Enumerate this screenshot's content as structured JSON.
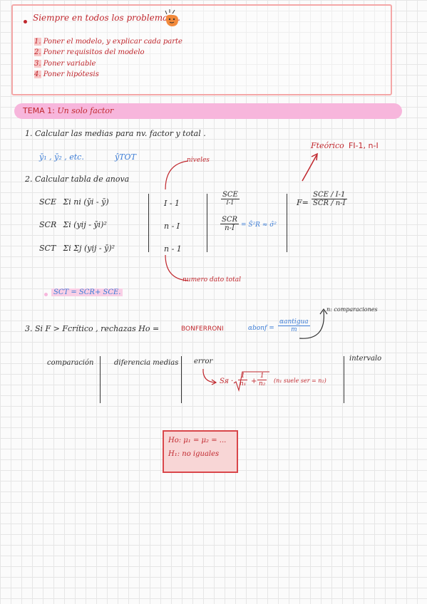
{
  "intro": {
    "heading": "Siempre en todos los problemas...",
    "steps": [
      {
        "num": "1.",
        "text": "Poner el modelo, y explicar cada parte"
      },
      {
        "num": "2.",
        "text": "Poner requisitos del modelo"
      },
      {
        "num": "3.",
        "text": "Poner variable"
      },
      {
        "num": "4.",
        "text": "Poner hipótesis"
      }
    ]
  },
  "theme": {
    "label": "TEMA 1:",
    "title": "Un solo factor"
  },
  "step1": {
    "text": "1. Calcular las medias para nv. factor y total .",
    "means": "ȳ₁ , ȳ₂ , etc.",
    "ytot": "ŷTOT"
  },
  "fteorico": {
    "label": "Fteórico",
    "value": "FI-1, n-I"
  },
  "niveles": "niveles",
  "step2": {
    "text": "2. Calcular tabla de anova"
  },
  "anova": {
    "rows": [
      {
        "name": "SCE",
        "formula": "Σi ni (ȳi - ȳ)",
        "df": "I - 1"
      },
      {
        "name": "SCR",
        "formula": "Σi (yij - ȳi)²",
        "df": "n - I"
      },
      {
        "name": "SCT",
        "formula": "Σi Σj (yij - ȳ)²",
        "df": "n - 1"
      }
    ],
    "ms1_num": "SCE",
    "ms1_den": "I-1",
    "ms2_num": "SCR",
    "ms2_den": "n-I",
    "ms2_eq": "= Ŝ²R ≈ σ̂²",
    "f_label": "F=",
    "f_num": "SCE / I-1",
    "f_den": "SCR / n-I"
  },
  "numero_dato_total": "numero dato total",
  "sct_identity": "SCT = SCR+ SCE.",
  "step3": {
    "text": "3. Si F > Fcrítico , rechazas Ho =",
    "method": "BONFERRONI",
    "alpha_label": "αbonf =",
    "alpha_num": "αantigua",
    "alpha_den": "m",
    "n_note": "n: comparaciones"
  },
  "bonf_table": {
    "headers": [
      "comparación",
      "diferencia medias",
      "error",
      "intervalo"
    ],
    "error_formula_prefix": "Sᴙ ·",
    "frac1_num": "1",
    "frac1_den": "n₁",
    "plus": "+",
    "frac2_num": "1",
    "frac2_den": "n₂",
    "error_note": "(n₁ suele ser = n₂)"
  },
  "hypothesis": {
    "h0": "Ho: μ₁ = μ₂ = ...",
    "h1": "H₁: no iguales"
  },
  "colors": {
    "red": "#c0272d",
    "blue": "#3a7bd5",
    "pink": "#f7b6dc",
    "box_border": "#f4a7a7"
  }
}
